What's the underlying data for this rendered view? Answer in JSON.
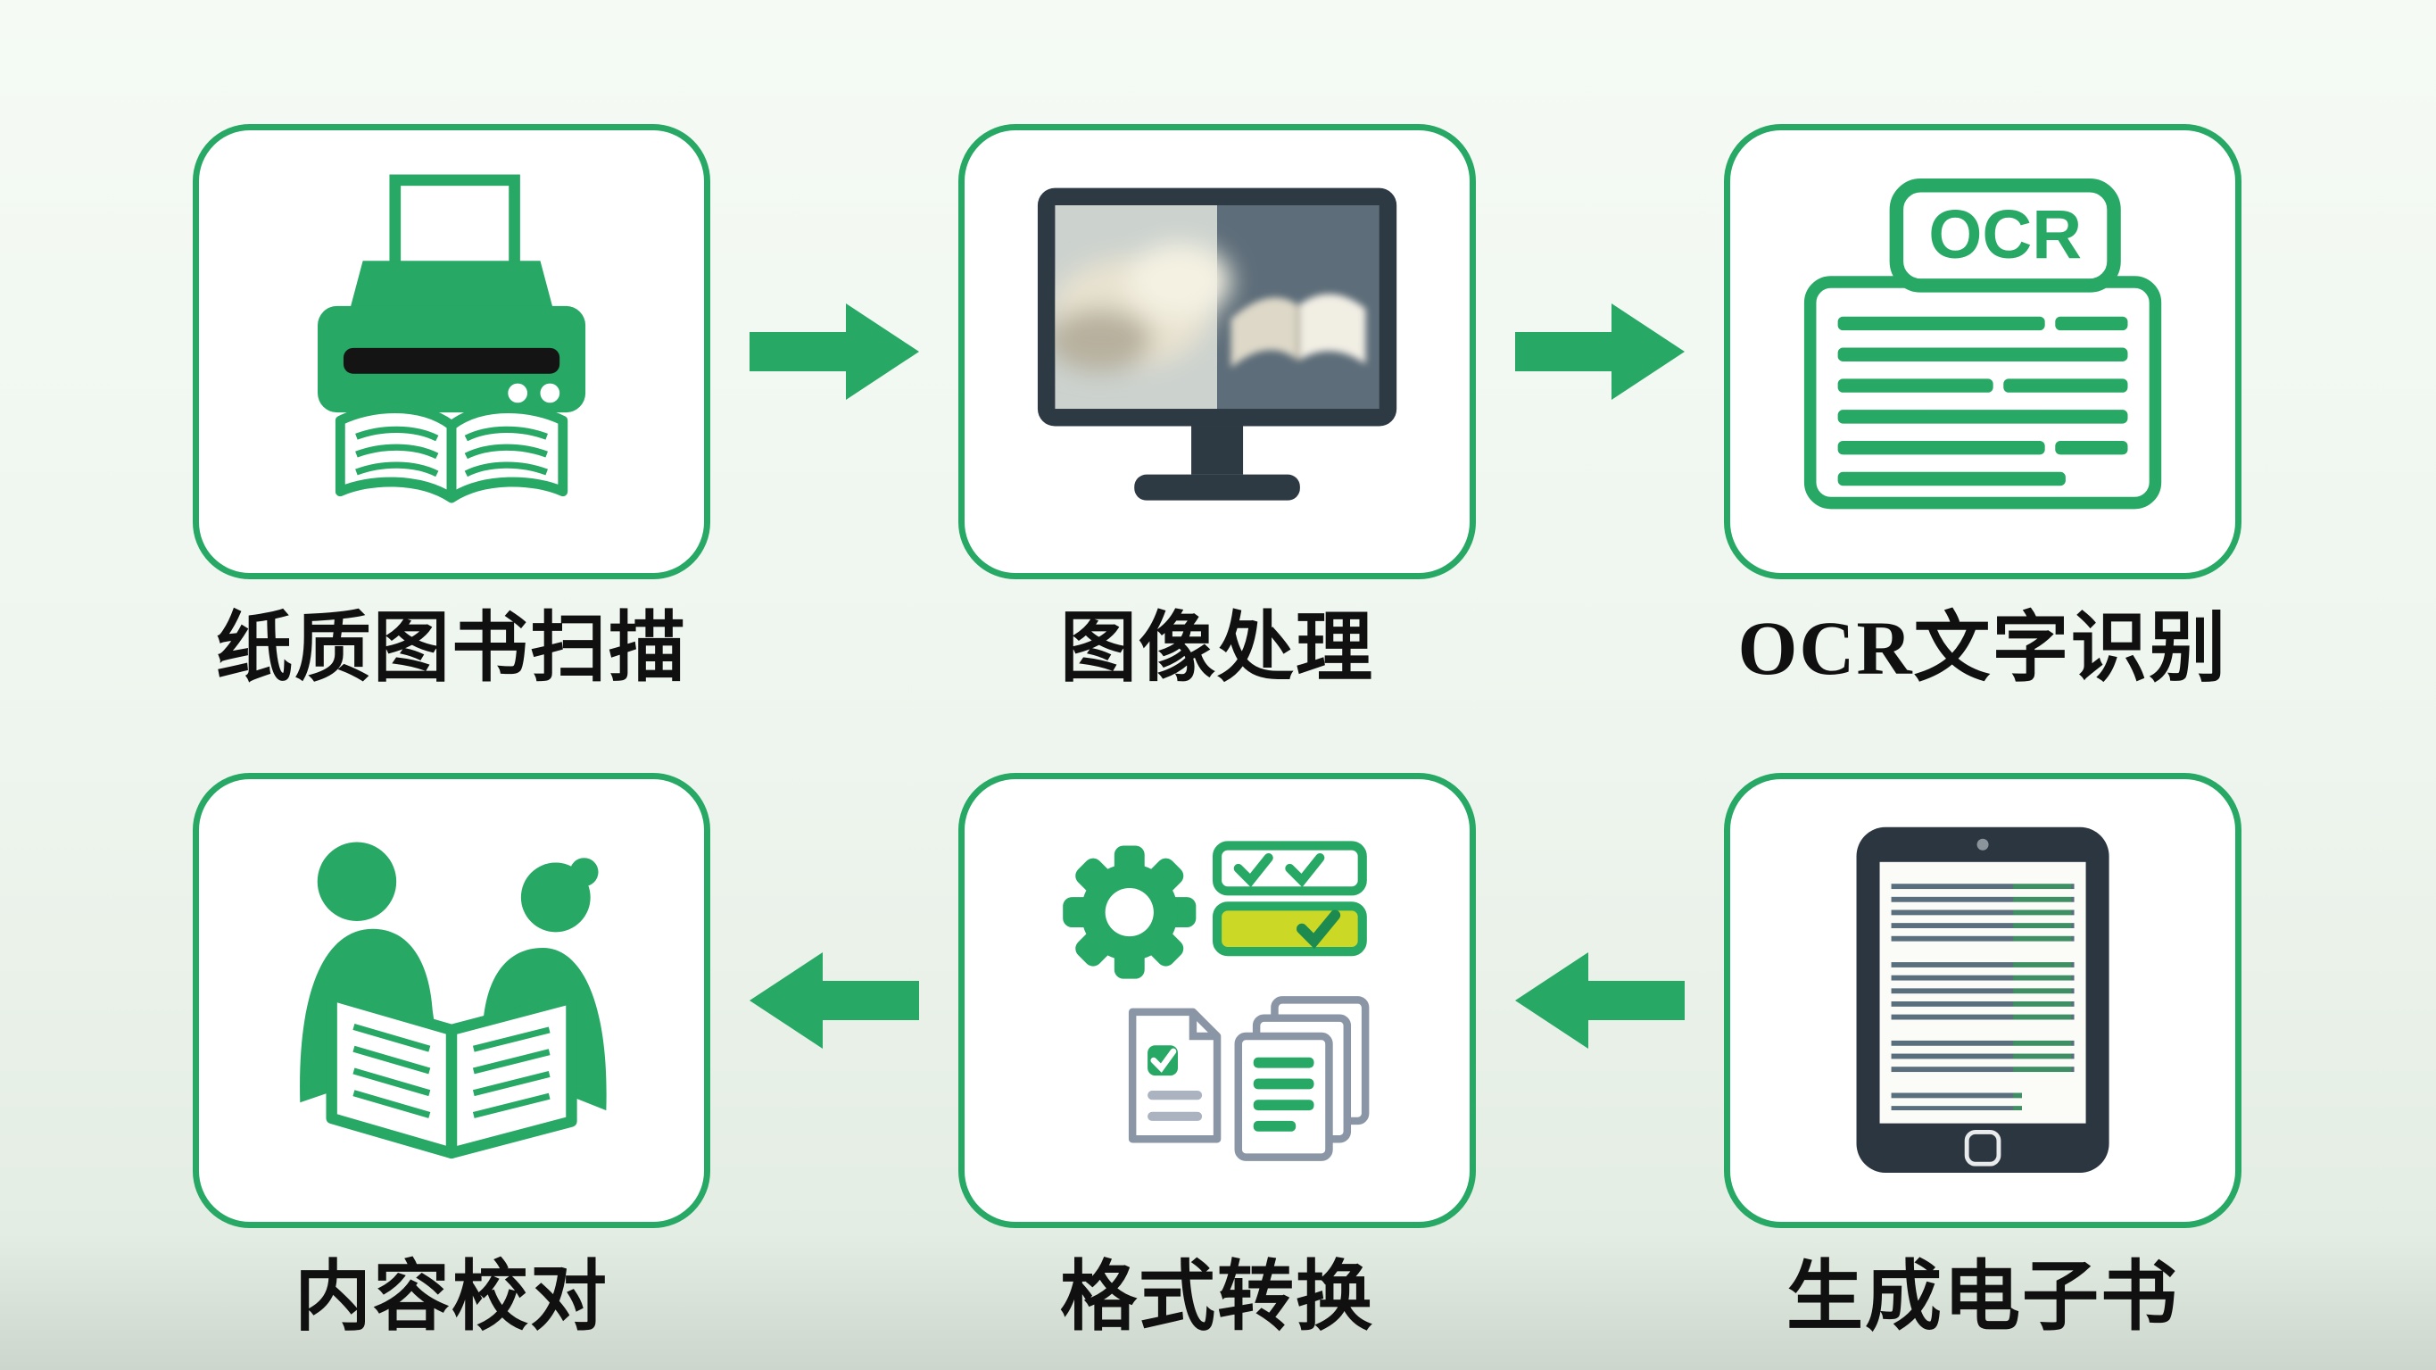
{
  "diagram": {
    "title": "book-digitization-workflow",
    "colors": {
      "accent_green": "#27a864",
      "dark_slate": "#2d3943",
      "highlight_yellow": "#ccd826",
      "background": "#eef5ee",
      "label_ink": "#101010"
    }
  },
  "steps": [
    {
      "id": "scan",
      "label": "纸质图书扫描",
      "icon": "printer-book-icon"
    },
    {
      "id": "image",
      "label": "图像处理",
      "icon": "monitor-icon"
    },
    {
      "id": "ocr",
      "label": "OCR文字识别",
      "icon": "ocr-document-icon",
      "badge": "OCR"
    },
    {
      "id": "proofread",
      "label": "内容校对",
      "icon": "people-reading-icon"
    },
    {
      "id": "format",
      "label": "格式转换",
      "icon": "gear-checklist-icon"
    },
    {
      "id": "ebook",
      "label": "生成电子书",
      "icon": "tablet-icon"
    }
  ],
  "arrows": [
    {
      "from": "纸质图书扫描",
      "to": "图像处理",
      "direction": "right"
    },
    {
      "from": "图像处理",
      "to": "OCR文字识别",
      "direction": "right"
    },
    {
      "from": "生成电子书",
      "to": "格式转换",
      "direction": "left"
    },
    {
      "from": "格式转换",
      "to": "内容校对",
      "direction": "left"
    }
  ]
}
